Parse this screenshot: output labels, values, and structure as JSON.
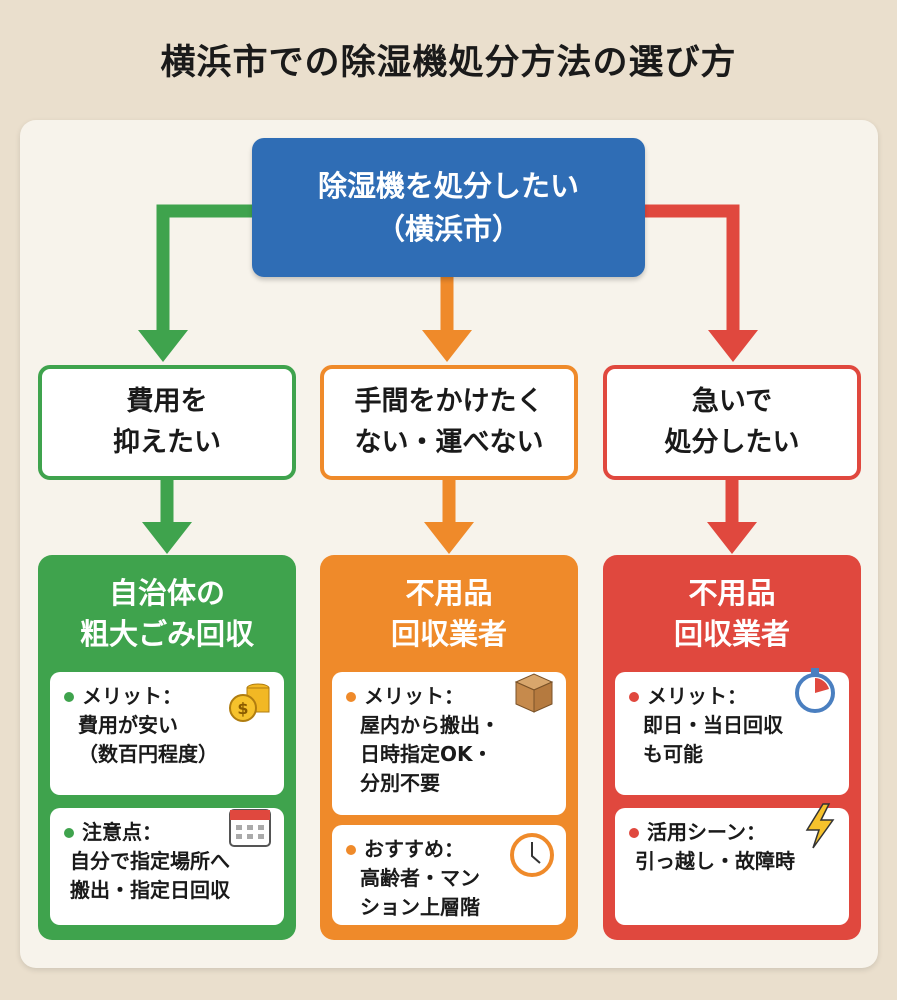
{
  "title": "横浜市での除湿機処分方法の選び方",
  "colors": {
    "green": "#3fa34d",
    "orange": "#ef8a2a",
    "red": "#e0483e",
    "blue": "#2f6db5"
  },
  "top": {
    "line1": "除湿機を処分したい",
    "line2": "（横浜市）"
  },
  "needs": [
    {
      "line1": "費用を",
      "line2": "抑えたい"
    },
    {
      "line1": "手間をかけたく",
      "line2": "ない・運べない"
    },
    {
      "line1": "急いで",
      "line2": "処分したい"
    }
  ],
  "columns": [
    {
      "title1": "自治体の",
      "title2": "粗大ごみ回収",
      "cards": [
        {
          "label": "メリット：",
          "lines": [
            "費用が安い",
            "（数百円程度）"
          ],
          "icon": "coins-icon"
        },
        {
          "label": "注意点：",
          "lines": [
            "自分で指定場所へ",
            "搬出・指定日回収"
          ],
          "icon": "calendar-icon"
        }
      ]
    },
    {
      "title1": "不用品",
      "title2": "回収業者",
      "cards": [
        {
          "label": "メリット：",
          "lines": [
            "屋内から搬出・",
            "日時指定OK・",
            "分別不要"
          ],
          "icon": "box-icon"
        },
        {
          "label": "おすすめ：",
          "lines": [
            "高齢者・マン",
            "ション上層階"
          ],
          "icon": "clock-icon"
        }
      ]
    },
    {
      "title1": "不用品",
      "title2": "回収業者",
      "cards": [
        {
          "label": "メリット：",
          "lines": [
            "即日・当日回収",
            "も可能"
          ],
          "icon": "stopwatch-icon"
        },
        {
          "label": "活用シーン：",
          "lines": [
            "引っ越し・故障時"
          ],
          "icon": "lightning-icon"
        }
      ]
    }
  ]
}
